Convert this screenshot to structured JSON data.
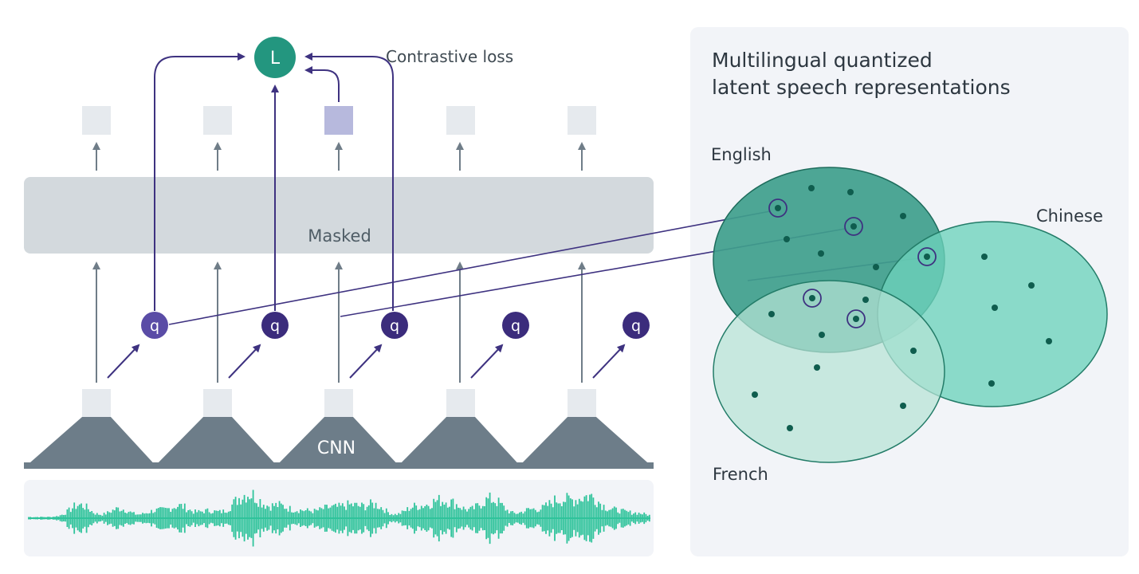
{
  "loss_node": {
    "letter": "L",
    "label": "Contrastive loss"
  },
  "encoder": {
    "masked_label": "Masked"
  },
  "cnn": {
    "label": "CNN"
  },
  "quantizer": {
    "letter": "q"
  },
  "panel": {
    "title_line1": "Multilingual quantized",
    "title_line2": "latent speech representations"
  },
  "languages": {
    "english": "English",
    "chinese": "Chinese",
    "french": "French"
  },
  "colors": {
    "node_teal": "#23967f",
    "quantizer_dark": "#3b2c7c",
    "quantizer_light": "#5a4ca6",
    "arrow_purple": "#3e3280",
    "arrow_gray": "#6f7d88",
    "cnn_gray": "#6d7d89",
    "block_light": "#e6eaee",
    "masked_block": "#b7b9dd",
    "waveform": "#2fc39b",
    "english_fill": "#3f9e8c",
    "chinese_fill": "#6dd2bb",
    "french_fill": "#b5e3d5",
    "dot": "#0f5d4e"
  }
}
